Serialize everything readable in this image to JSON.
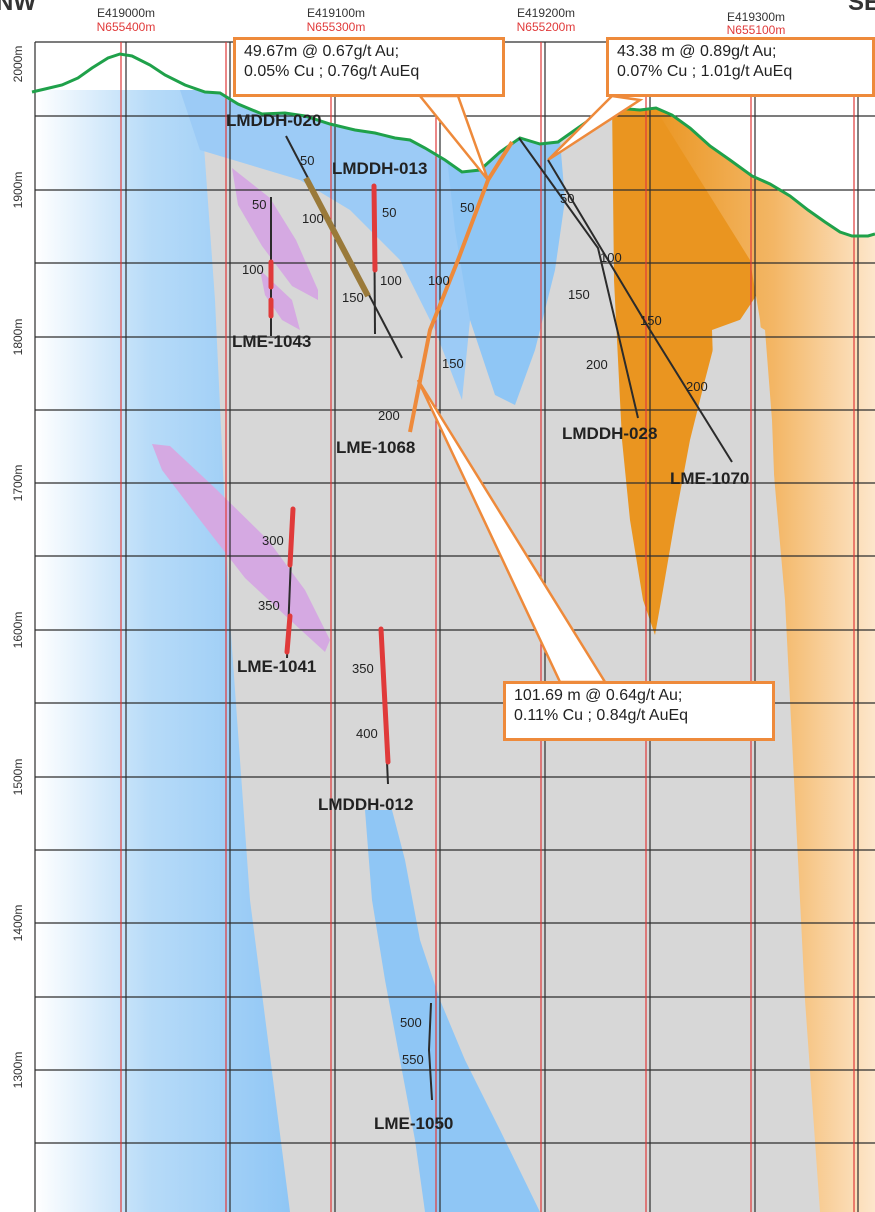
{
  "section": {
    "corner_left": "NW",
    "corner_right": "SE",
    "colors": {
      "blue_unit": "#8fc6f5",
      "grey_unit": "#d7d7d7",
      "orange_unit": "#ea9520",
      "purple_unit": "#d5a9e2",
      "topography": "#1fa14a",
      "grid": "#2d2d2d",
      "northing_grid": "#e03a3a",
      "mineralized_interval": "#e03a3a",
      "trace": "#2b2b2b",
      "callout_border": "#ee8a3b"
    }
  },
  "eastings": [
    {
      "easting": "E419000m",
      "northing": "N655400m"
    },
    {
      "easting": "E419100m",
      "northing": "N655300m"
    },
    {
      "easting": "E419200m",
      "northing": "N655200m"
    },
    {
      "easting": "E419300m",
      "northing": "N655100m"
    }
  ],
  "elevations": [
    "2000m",
    "1900m",
    "1800m",
    "1700m",
    "1600m",
    "1500m",
    "1400m",
    "1300m"
  ],
  "drillholes": {
    "lmddh_020": "LMDDH-020",
    "lmddh_013": "LMDDH-013",
    "lme_1043": "LME-1043",
    "lme_1068": "LME-1068",
    "lmddh_028": "LMDDH-028",
    "lme_1070": "LME-1070",
    "lme_1041": "LME-1041",
    "lmddh_012": "LMDDH-012",
    "lme_1050": "LME-1050"
  },
  "depth_marks": {
    "d020_50": "50",
    "d020_100": "100",
    "d020_150": "150",
    "d013_50": "50",
    "d013_100": "100",
    "d1043_50": "50",
    "d1043_100": "100",
    "d1068_50": "50",
    "d1068_100": "100",
    "d1068_150": "150",
    "d1068_200": "200",
    "d028_50": "50",
    "d028_100": "100",
    "d028_150": "150",
    "d028_200": "200",
    "d1070_150": "150",
    "d1070_200": "200",
    "d1041_300": "300",
    "d1041_350": "350",
    "d012_350": "350",
    "d012_400": "400",
    "d1050_500": "500",
    "d1050_550": "550"
  },
  "callouts": [
    {
      "line1": "49.67m @ 0.67g/t Au;",
      "line2": "0.05% Cu ; 0.76g/t AuEq"
    },
    {
      "line1": "43.38 m @ 0.89g/t Au;",
      "line2": "0.07% Cu ; 1.01g/t AuEq"
    },
    {
      "line1": "101.69 m @ 0.64g/t Au;",
      "line2": "0.11% Cu ; 0.84g/t AuEq"
    }
  ]
}
